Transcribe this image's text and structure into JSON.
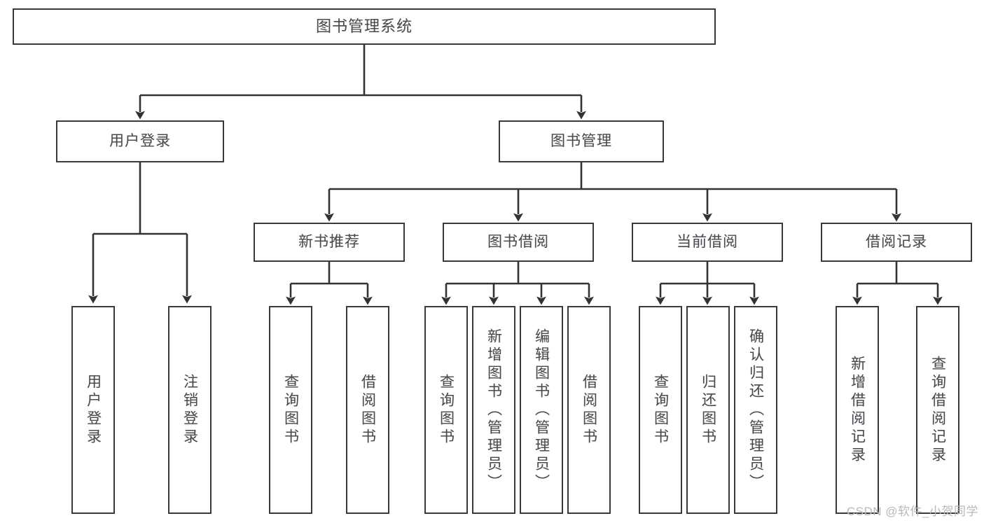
{
  "diagram": {
    "title": "图书管理系统",
    "type": "tree",
    "colors": {
      "box_border": "#3a3a3a",
      "box_fill": "#ffffff",
      "text": "#4a4a4a",
      "line": "#333333",
      "watermark": "#b9b9b9",
      "background": "#ffffff"
    },
    "root": {
      "label": "图书管理系统"
    },
    "level2": [
      {
        "label": "用户登录"
      },
      {
        "label": "图书管理"
      }
    ],
    "level3": [
      {
        "label": "新书推荐"
      },
      {
        "label": "图书借阅"
      },
      {
        "label": "当前借阅"
      },
      {
        "label": "借阅记录"
      }
    ],
    "leaves": {
      "user_login": [
        {
          "label": "用户登录"
        },
        {
          "label": "注销登录"
        }
      ],
      "new_book_recommend": [
        {
          "label": "查询图书"
        },
        {
          "label": "借阅图书"
        }
      ],
      "book_borrow": [
        {
          "label": "查询图书"
        },
        {
          "label": "新增图书（管理员）"
        },
        {
          "label": "编辑图书（管理员）"
        },
        {
          "label": "借阅图书"
        }
      ],
      "current_borrow": [
        {
          "label": "查询图书"
        },
        {
          "label": "归还图书"
        },
        {
          "label": "确认归还（管理员）"
        }
      ],
      "borrow_record": [
        {
          "label": "新增借阅记录"
        },
        {
          "label": "查询借阅记录"
        }
      ]
    }
  },
  "watermark": {
    "text": "CSDN @软件_小贺同学"
  }
}
